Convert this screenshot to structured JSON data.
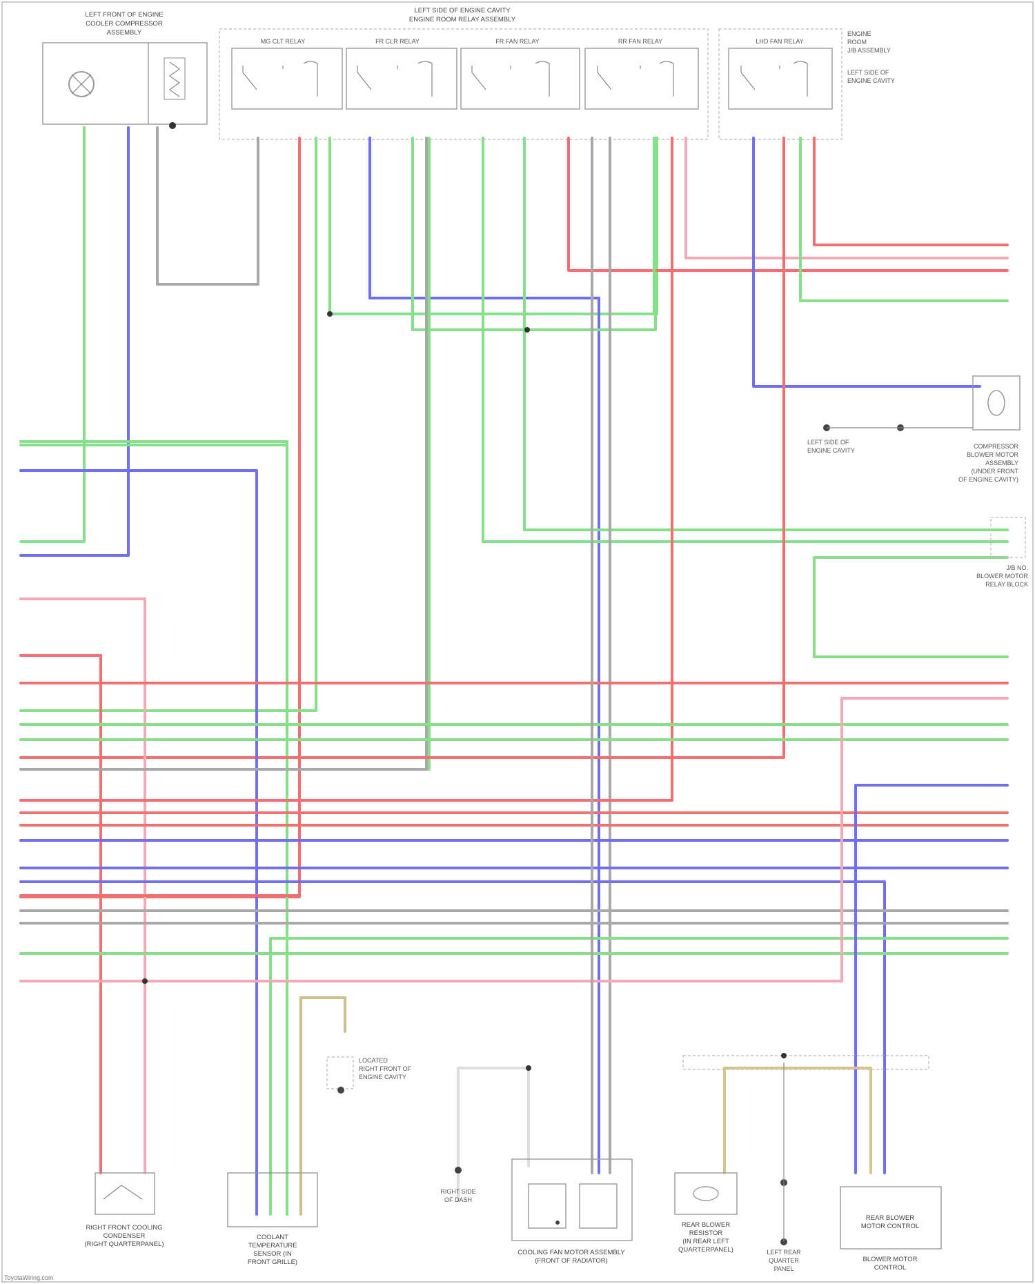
{
  "colors": {
    "GRN": "#86e08a",
    "BLU": "#6f6ff0",
    "RED": "#f06f6f",
    "PNK": "#f4a9b4",
    "GRY": "#a8a8a8",
    "WHT": "#dedede",
    "YEL": "#d8c48a",
    "TAN": "#cfc08a"
  },
  "components": {
    "top_left": [
      "LEFT FRONT OF ENGINE",
      "COOLER COMPRESSOR",
      "ASSEMBLY"
    ],
    "relay_block": [
      "LEFT SIDE OF ENGINE CAVITY",
      "ENGINE ROOM RELAY ASSEMBLY"
    ],
    "relay_labels": [
      "MG CLT RELAY",
      "FR CLR RELAY",
      "FR FAN RELAY",
      "RR FAN RELAY"
    ],
    "top_right": [
      "LHD FAN RELAY"
    ],
    "top_right_note": [
      "ENGINE",
      "ROOM",
      "J/B ASSEMBLY",
      "",
      "LEFT SIDE OF",
      "ENGINE CAVITY"
    ],
    "blower_motor": [
      "COMPRESSOR",
      "BLOWER MOTOR",
      "ASSEMBLY",
      "(UNDER FRONT",
      "OF ENGINE CAVITY)"
    ],
    "ground_left": [
      "LEFT SIDE OF",
      "ENGINE CAVITY"
    ],
    "relay_block_right": [
      "J/B NO.",
      "BLOWER MOTOR",
      "RELAY BLOCK"
    ],
    "bottom_1": [
      "RIGHT FRONT COOLING",
      "CONDENSER",
      "(RIGHT QUARTERPANEL)"
    ],
    "bottom_2": [
      "COOLANT",
      "TEMPERATURE",
      "SENSOR (IN",
      "FRONT GRILLE)"
    ],
    "bottom_ground": [
      "LOCATED",
      "RIGHT FRONT OF",
      "ENGINE CAVITY"
    ],
    "bottom_3": [
      "RIGHT SIDE",
      "OF DASH"
    ],
    "bottom_4": [
      "COOLING FAN MOTOR ASSEMBLY",
      "(FRONT OF RADIATOR)"
    ],
    "bottom_5": [
      "REAR BLOWER",
      "RESISTOR",
      "(IN REAR LEFT",
      "QUARTERPANEL)"
    ],
    "bottom_6": [
      "LEFT REAR",
      "QUARTER",
      "PANEL"
    ],
    "bottom_7": [
      "REAR BLOWER",
      "MOTOR CONTROL"
    ],
    "bottom_8": [
      "BLOWER MOTOR",
      "CONTROL"
    ]
  },
  "footer": "ToyotaWiring.com"
}
